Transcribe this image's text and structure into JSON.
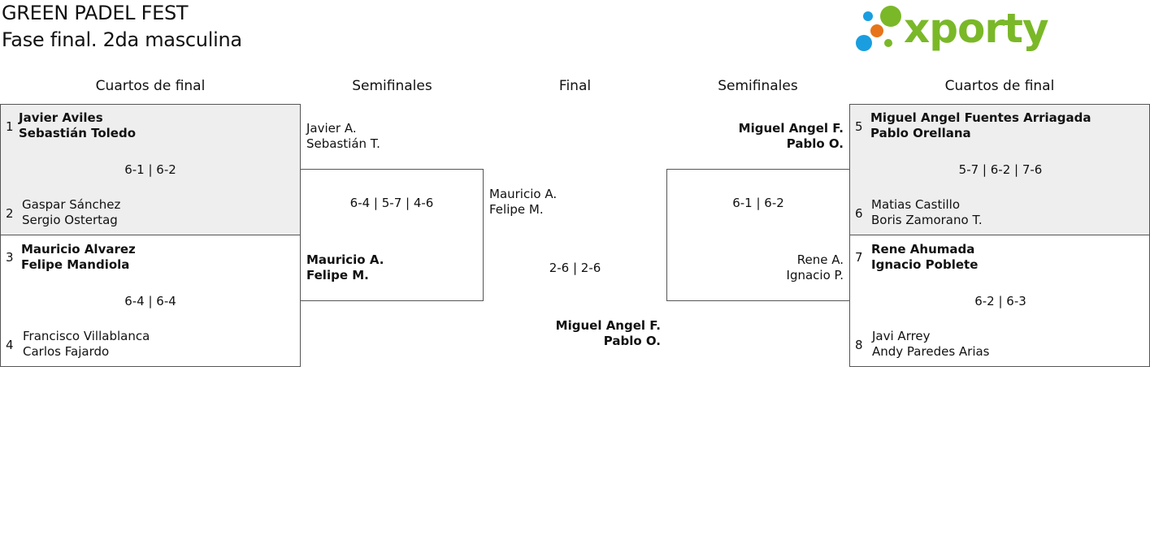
{
  "header": {
    "title": "GREEN PADEL FEST",
    "subtitle": "Fase final. 2da masculina",
    "logo_text": "xporty",
    "colors": {
      "logo_green": "#7ab828",
      "dot_blue": "#1a9ee0",
      "dot_orange": "#e8741a",
      "shade": "#eeeeee"
    }
  },
  "columns": {
    "left_quarters": "Cuartos de final",
    "left_semis": "Semifinales",
    "final": "Final",
    "right_semis": "Semifinales",
    "right_quarters": "Cuartos de final"
  },
  "left_qf": [
    {
      "top_seed": "1",
      "top_p1": "Javier Aviles",
      "top_p2": "Sebastián Toledo",
      "score": "6-1 | 6-2",
      "bot_seed": "2",
      "bot_p1": "Gaspar Sánchez",
      "bot_p2": "Sergio Ostertag"
    },
    {
      "top_seed": "3",
      "top_p1": "Mauricio Alvarez",
      "top_p2": "Felipe Mandiola",
      "score": "6-4 | 6-4",
      "bot_seed": "4",
      "bot_p1": "Francisco Villablanca",
      "bot_p2": "Carlos Fajardo"
    }
  ],
  "left_sf": {
    "top_p1": "Javier A.",
    "top_p2": "Sebastián T.",
    "score": "6-4 | 5-7 | 4-6",
    "bot_p1": "Mauricio A.",
    "bot_p2": "Felipe M."
  },
  "final": {
    "top_p1": "Mauricio A.",
    "top_p2": "Felipe M.",
    "score": "2-6 | 2-6",
    "bot_p1": "Miguel Angel F.",
    "bot_p2": "Pablo O."
  },
  "right_sf": {
    "top_p1": "Miguel Angel F.",
    "top_p2": "Pablo O.",
    "score": "6-1 | 6-2",
    "bot_p1": "Rene A.",
    "bot_p2": "Ignacio P."
  },
  "right_qf": [
    {
      "top_seed": "5",
      "top_p1": "Miguel Angel Fuentes Arriagada",
      "top_p2": "Pablo Orellana",
      "score": "5-7 | 6-2 | 7-6",
      "bot_seed": "6",
      "bot_p1": "Matias Castillo",
      "bot_p2": "Boris Zamorano T."
    },
    {
      "top_seed": "7",
      "top_p1": "Rene Ahumada",
      "top_p2": "Ignacio Poblete",
      "score": "6-2 | 6-3",
      "bot_seed": "8",
      "bot_p1": "Javi Arrey",
      "bot_p2": "Andy Paredes Arias"
    }
  ]
}
